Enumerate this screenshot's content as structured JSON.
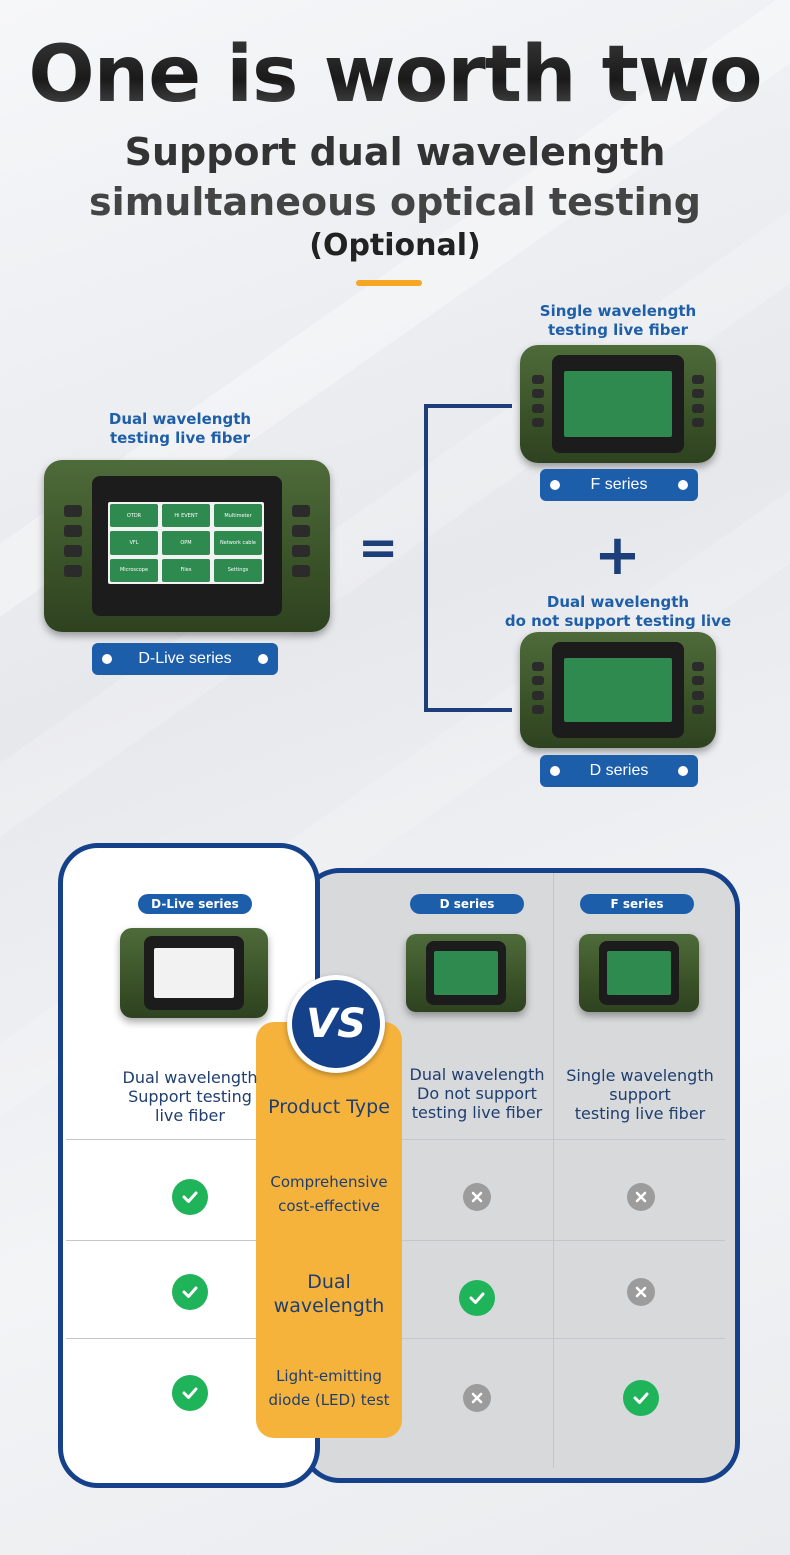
{
  "title": "One is worth two",
  "subtitle_line1": "Support dual wavelength",
  "subtitle_line2": "simultaneous optical testing",
  "optional": "(Optional)",
  "left_device": {
    "caption_line1": "Dual wavelength",
    "caption_line2": "testing live fiber",
    "label": "D-Live series",
    "tiles": [
      "OTDR",
      "Hi EVENT",
      "Multimeter",
      "VFL",
      "OPM",
      "Network cable",
      "Microscope",
      "Files",
      "Settings"
    ]
  },
  "equals": "=",
  "plus": "+",
  "f_device": {
    "caption_line1": "Single wavelength",
    "caption_line2": "testing live fiber",
    "label": "F series"
  },
  "d_device": {
    "caption_line1": "Dual wavelength",
    "caption_line2": "do not support testing live fiber",
    "label": "D series"
  },
  "comparison": {
    "vs": "VS",
    "columns": [
      "D-Live series",
      "D series",
      "F series"
    ],
    "product_type": "Product Type",
    "desc": {
      "dlive": [
        "Dual wavelength",
        "Support testing",
        "live fiber"
      ],
      "d": [
        "Dual wavelength",
        "Do not support",
        "testing live fiber"
      ],
      "f": [
        "Single wavelength",
        "support",
        "testing live fiber"
      ]
    },
    "rows": [
      {
        "feature": [
          "Comprehensive",
          "cost-effective"
        ],
        "dlive": true,
        "d": false,
        "f": false
      },
      {
        "feature": [
          "Dual",
          "wavelength"
        ],
        "dlive": true,
        "d": true,
        "f": false
      },
      {
        "feature": [
          "Light-emitting",
          "diode (LED) test"
        ],
        "dlive": true,
        "d": false,
        "f": true
      }
    ]
  },
  "colors": {
    "accent": "#f5a623",
    "blue": "#1c5eaa",
    "navy": "#15408a",
    "green": "#1fb35a",
    "device": "#3a5228"
  }
}
